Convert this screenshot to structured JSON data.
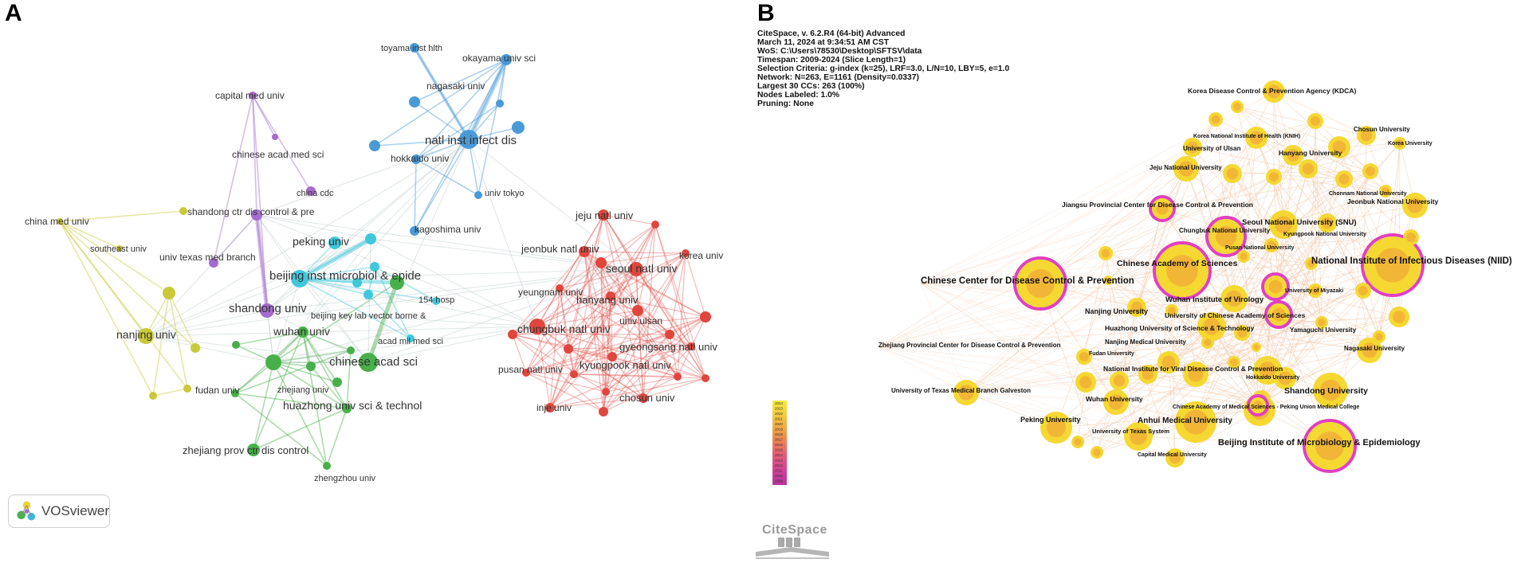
{
  "panel_a": {
    "letter": "A",
    "logo_text": "VOSviewer",
    "labels": {
      "natl_inst_infect_dis": "natl inst infect dis",
      "toyama_inst_hlth": "toyama inst hlth",
      "okayama_univ_sci": "okayama univ sci",
      "nagasaki_univ": "nagasaki univ",
      "hokkaido_univ": "hokkaido univ",
      "univ_tokyo": "univ tokyo",
      "kagoshima_univ": "kagoshima univ",
      "capital_med_univ": "capital med univ",
      "chinese_acad_med_sci": "chinese acad med sci",
      "china_cdc": "china cdc",
      "china_med_univ": "china med univ",
      "shandong_ctr_dis_control_pre": "shandong ctr dis control & pre",
      "southeast_univ": "southeast univ",
      "univ_texas_med_branch": "univ texas med branch",
      "peking_univ": "peking univ",
      "beijing_inst_microbiol_epide": "beijing inst microbiol & epide",
      "hosp_154": "154 hosp",
      "shandong_univ": "shandong univ",
      "beijing_key_lab": "beijing key lab vector borne &",
      "nanjing_univ": "nanjing univ",
      "wuhan_univ": "wuhan univ",
      "acad_mil_med_sci": "acad mil med sci",
      "chinese_acad_sci": "chinese acad sci",
      "fudan_univ": "fudan univ",
      "zhejiang_univ": "zhejiang univ",
      "huazhong_univ_sci_technol": "huazhong univ sci & technol",
      "zhejiang_prov_ctr_dis_control": "zhejiang prov ctr dis control",
      "zhengzhou_univ": "zhengzhou univ",
      "jeju_natl_univ": "jeju natl univ",
      "jeonbuk_natl_univ": "jeonbuk natl univ",
      "korea_univ": "korea univ",
      "seoul_natl_univ": "seoul natl univ",
      "yeungnam_univ": "yeungnam univ",
      "hanyang_univ": "hanyang univ",
      "univ_ulsan": "univ ulsan",
      "chungbuk_natl_univ": "chungbuk natl univ",
      "gyeongsang_natl_univ": "gyeongsang natl univ",
      "pusan_natl_univ": "pusan natl univ",
      "kyungpook_natl_univ": "kyungpook natl univ",
      "chosun_univ": "chosun univ",
      "inje_univ": "inje univ"
    },
    "colors": {
      "blue": "#4a9ad8",
      "purple": "#a56bd0",
      "yellow": "#c9c93a",
      "cyan": "#3fc8dc",
      "green": "#48b04a",
      "red": "#e0463e"
    }
  },
  "panel_b": {
    "letter": "B",
    "info_lines": [
      "CiteSpace, v. 6.2.R4 (64-bit) Advanced",
      "March 11, 2024 at 9:34:51 AM CST",
      "WoS: C:\\Users\\78530\\Desktop\\SFTSV\\data",
      "Timespan: 2009-2024 (Slice Length=1)",
      "Selection Criteria: g-index (k=25), LRF=3.0, L/N=10, LBY=5, e=1.0",
      "Network: N=263, E=1161 (Density=0.0337)",
      "Largest 30 CCs: 263 (100%)",
      "Nodes Labeled: 1.0%",
      "Pruning: None"
    ],
    "logo_text": "CiteSpace",
    "labels": {
      "kdca": "Korea Disease Control & Prevention Agency (KDCA)",
      "knih": "Korea National Institute of Health (KNIH)",
      "chosun": "Chosun University",
      "korea": "Korea University",
      "ulsan": "University of Ulsan",
      "hanyang": "Hanyang University",
      "jeju": "Jeju National University",
      "chonnam": "Chonnam National University",
      "jeonbuk": "Jeonbuk National University",
      "jiangsu_cdc": "Jiangsu Provincial Center for Disease Control & Prevention",
      "snu": "Seoul National University (SNU)",
      "chungbuk": "Chungbuk National University",
      "kyungpook": "Kyungpook National University",
      "pusan": "Pusan National University",
      "cas": "Chinese Academy of Sciences",
      "niid": "National Institute of Infectious Diseases (NIID)",
      "china_cdc": "Chinese Center for Disease Control & Prevention",
      "miyazaki": "University of Miyazaki",
      "wuhan_virology": "Wuhan Institute of Virology",
      "nanjing": "Nanjing University",
      "ucas": "University of Chinese Academy of Sciences",
      "huazhong": "Huazhong University of Science & Technology",
      "yamaguchi": "Yamaguchi University",
      "zhejiang_cdc": "Zhejiang Provincial Center for Disease Control & Prevention",
      "nanjing_medical": "Nanjing Medical University",
      "nagasaki": "Nagasaki University",
      "fudan": "Fudan University",
      "nivdc": "National Institute for Viral Disease Control & Prevention",
      "hokkaido": "Hokkaido University",
      "utmb": "University of Texas Medical Branch Galveston",
      "shandong": "Shandong University",
      "wuhan": "Wuhan University",
      "cams_pumc": "Chinese Academy of Medical Sciences - Peking Union Medical College",
      "anhui": "Anhui Medical University",
      "peking": "Peking University",
      "ut_system": "University of Texas System",
      "bime": "Beijing Institute of Microbiology & Epidemiology",
      "capital": "Capital Medical University"
    },
    "legend_years": [
      "2024",
      "2023",
      "2022",
      "2021",
      "2020",
      "2019",
      "2018",
      "2017",
      "2016",
      "2015",
      "2014",
      "2013",
      "2012",
      "2011",
      "2010",
      "2009"
    ],
    "colors": {
      "ring": "#e040c0",
      "yellow": "#f5d832",
      "orange": "#ee9a3c",
      "link": "#f3c6a8"
    }
  }
}
